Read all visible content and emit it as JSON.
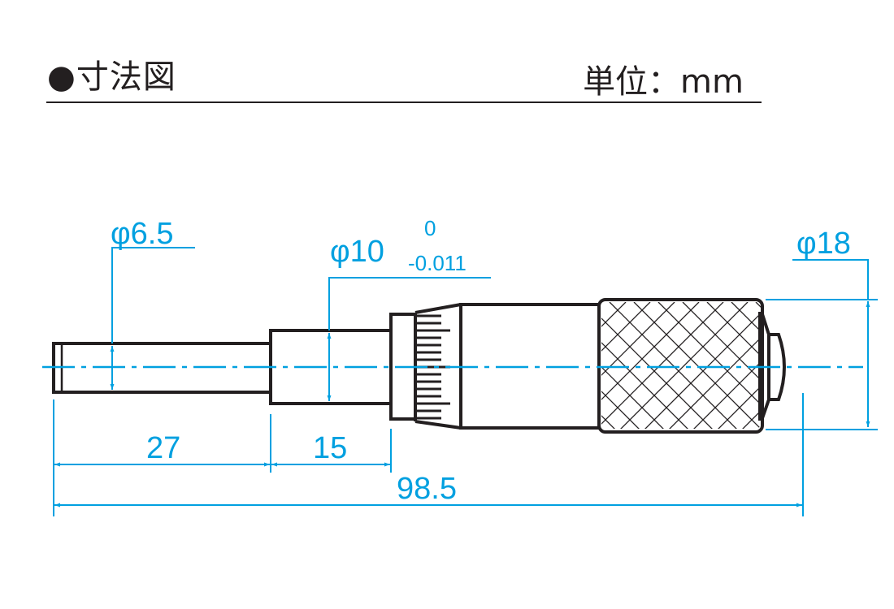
{
  "header": {
    "title": "●寸法図",
    "unit": "単位：mm"
  },
  "dimensions": {
    "spindle_diameter": "φ6.5",
    "sleeve_diameter": "φ10",
    "sleeve_tol_upper": "0",
    "sleeve_tol_lower": "-0.011",
    "thimble_diameter": "φ18",
    "spindle_length": "27",
    "sleeve_length": "15",
    "total_length": "98.5"
  },
  "colors": {
    "line": "#231f20",
    "dimension": "#00a0e0"
  }
}
